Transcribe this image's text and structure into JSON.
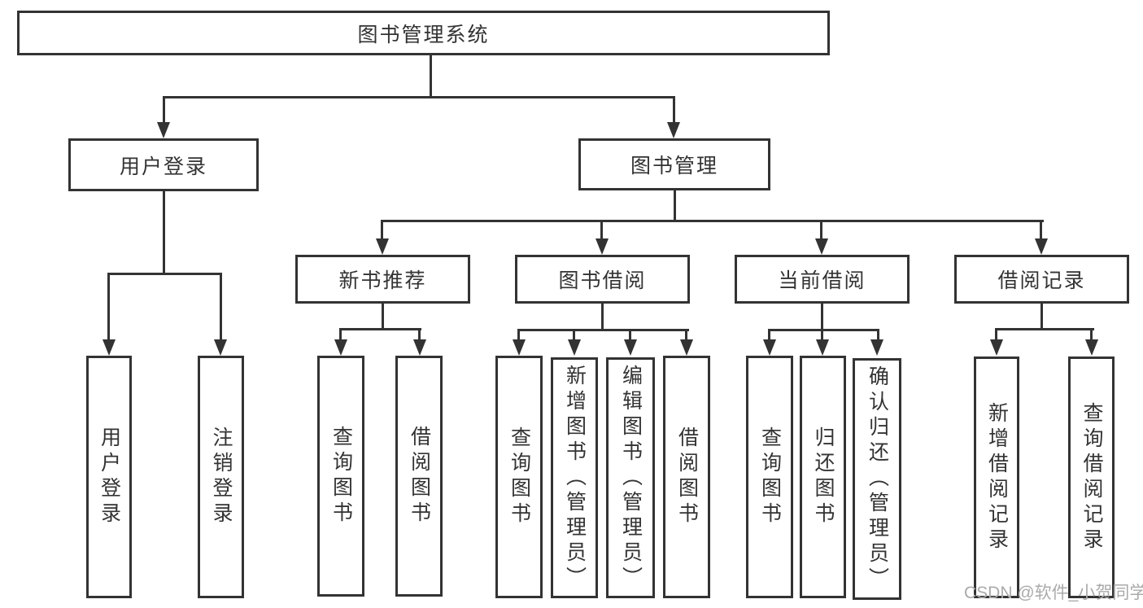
{
  "title": {
    "label": "图书管理系统"
  },
  "branches": {
    "user_login": {
      "label": "用户登录",
      "children": [
        {
          "label": "用户登录"
        },
        {
          "label": "注销登录"
        }
      ]
    },
    "book_management": {
      "label": "图书管理",
      "children": [
        {
          "label": "新书推荐",
          "children": [
            {
              "label": "查询图书"
            },
            {
              "label": "借阅图书"
            }
          ]
        },
        {
          "label": "图书借阅",
          "children": [
            {
              "label": "查询图书"
            },
            {
              "label": "新增图书（管理员）"
            },
            {
              "label": "编辑图书（管理员）"
            },
            {
              "label": "借阅图书"
            }
          ]
        },
        {
          "label": "当前借阅",
          "children": [
            {
              "label": "查询图书"
            },
            {
              "label": "归还图书"
            },
            {
              "label": "确认归还（管理员）"
            }
          ]
        },
        {
          "label": "借阅记录",
          "children": [
            {
              "label": "新增借阅记录"
            },
            {
              "label": "查询借阅记录"
            }
          ]
        }
      ]
    }
  },
  "watermark": {
    "text": "CSDN @软件_小贺同学"
  },
  "colors": {
    "line": "#333333",
    "text": "#333333",
    "background": "#ffffff",
    "watermark": "#aaaaaa"
  }
}
